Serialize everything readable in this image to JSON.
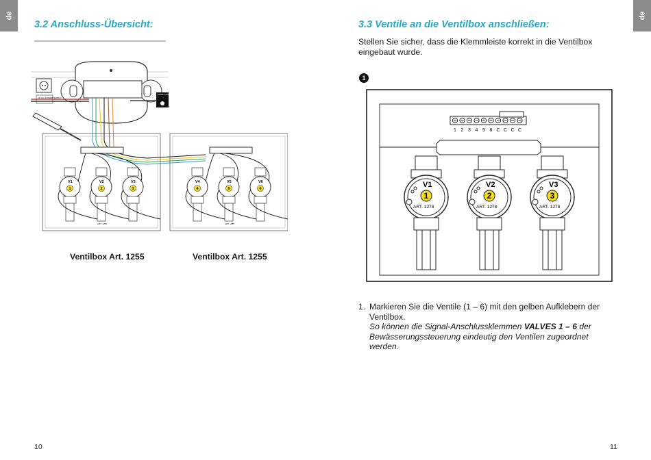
{
  "language_tab": "de",
  "left": {
    "heading": "3.2 Anschluss-Übersicht:",
    "captions": [
      "Ventilbox Art. 1255",
      "Ventilbox Art. 1255"
    ],
    "diagram": {
      "power_label": "24 VAC POWER SUPPLY",
      "pump_label": "PUMP CONTROL",
      "art_label": "ART. 1255",
      "valves": [
        {
          "name": "V1",
          "num": "1"
        },
        {
          "name": "V2",
          "num": "2"
        },
        {
          "name": "V3",
          "num": "3"
        },
        {
          "name": "V4",
          "num": "4"
        },
        {
          "name": "V5",
          "num": "5"
        },
        {
          "name": "V6",
          "num": "6"
        }
      ]
    },
    "page_number": "10"
  },
  "right": {
    "heading": "3.3 Ventile an die Ventilbox anschließen:",
    "intro": "Stellen Sie sicher, dass die Klemmleiste korrekt in die Ventilbox eingebaut wurde.",
    "step_badge": "1",
    "terminal_labels": [
      "1",
      "2",
      "3",
      "4",
      "5",
      "6",
      "C",
      "C",
      "C",
      "C"
    ],
    "valves": [
      {
        "name": "V1",
        "num": "1",
        "art": "ART. 1278"
      },
      {
        "name": "V2",
        "num": "2",
        "art": "ART. 1278"
      },
      {
        "name": "V3",
        "num": "3",
        "art": "ART. 1278"
      }
    ],
    "step": {
      "number": "1.",
      "text": "Markieren Sie die Ventile (1 – 6) mit den gelben Aufklebern der Ventilbox.",
      "italic_before": "So können die Signal-Anschlussklemmen ",
      "italic_bold": "VALVES 1 – 6",
      "italic_after": " der Bewässe­rungssteuerung eindeutig den Ventilen zugeordnet werden."
    },
    "page_number": "11"
  },
  "colors": {
    "accent": "#27a9c6",
    "sticker": "#f5dd1e",
    "tab": "#8c8c8c"
  }
}
